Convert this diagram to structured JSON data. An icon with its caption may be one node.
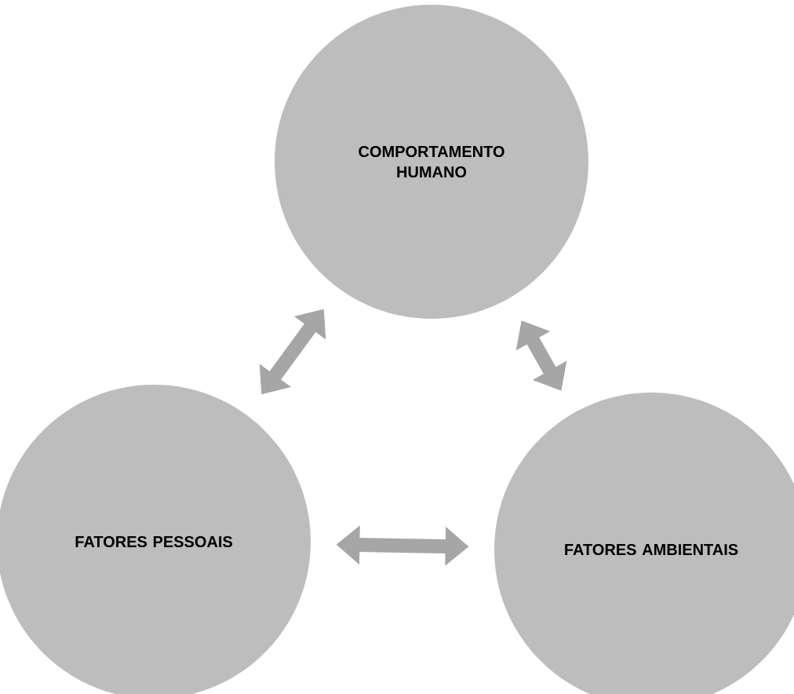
{
  "diagram": {
    "nodes": [
      {
        "text": [
          "COMPORTAMENTO HUMANO"
        ]
      },
      {
        "text": [
          "FATORES PESSOAIS"
        ]
      },
      {
        "text": [
          "FATORES AMBIENTAIS"
        ]
      }
    ],
    "edges": [
      {
        "from": 1,
        "to": 0,
        "arrow": "both"
      },
      {
        "from": 0,
        "to": 2,
        "arrow": "both"
      },
      {
        "from": 1,
        "to": 2,
        "arrow": "both"
      }
    ]
  }
}
